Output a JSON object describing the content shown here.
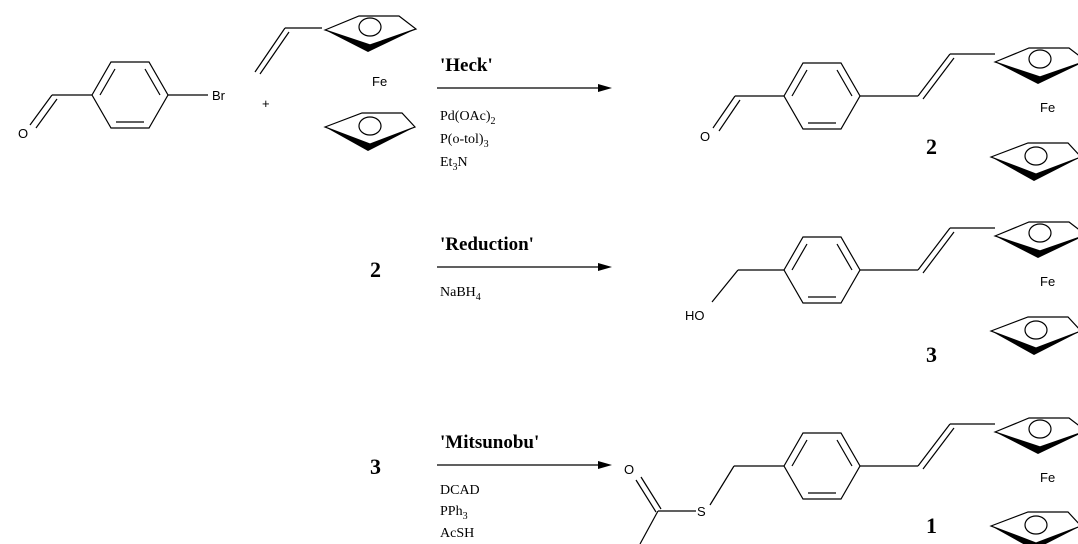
{
  "atoms": {
    "br": "Br",
    "o": "O",
    "ho": "HO",
    "s": "S",
    "fe": "Fe",
    "plus": "+"
  },
  "steps": [
    {
      "title": "'Heck'",
      "reagents": [
        {
          "parts": [
            "Pd(OAc)",
            "2",
            ""
          ]
        },
        {
          "parts": [
            "P(o-tol)",
            "3",
            ""
          ]
        },
        {
          "parts": [
            "Et",
            "3",
            "N"
          ]
        }
      ],
      "product_number": "2"
    },
    {
      "start_number": "2",
      "title": "'Reduction'",
      "reagents": [
        {
          "parts": [
            "NaBH",
            "4",
            ""
          ]
        }
      ],
      "product_number": "3"
    },
    {
      "start_number": "3",
      "title": "'Mitsunobu'",
      "reagents": [
        {
          "parts": [
            "DCAD",
            "",
            ""
          ]
        },
        {
          "parts": [
            "PPh",
            "3",
            ""
          ]
        },
        {
          "parts": [
            "AcSH",
            "",
            ""
          ]
        }
      ],
      "product_number": "1"
    }
  ]
}
